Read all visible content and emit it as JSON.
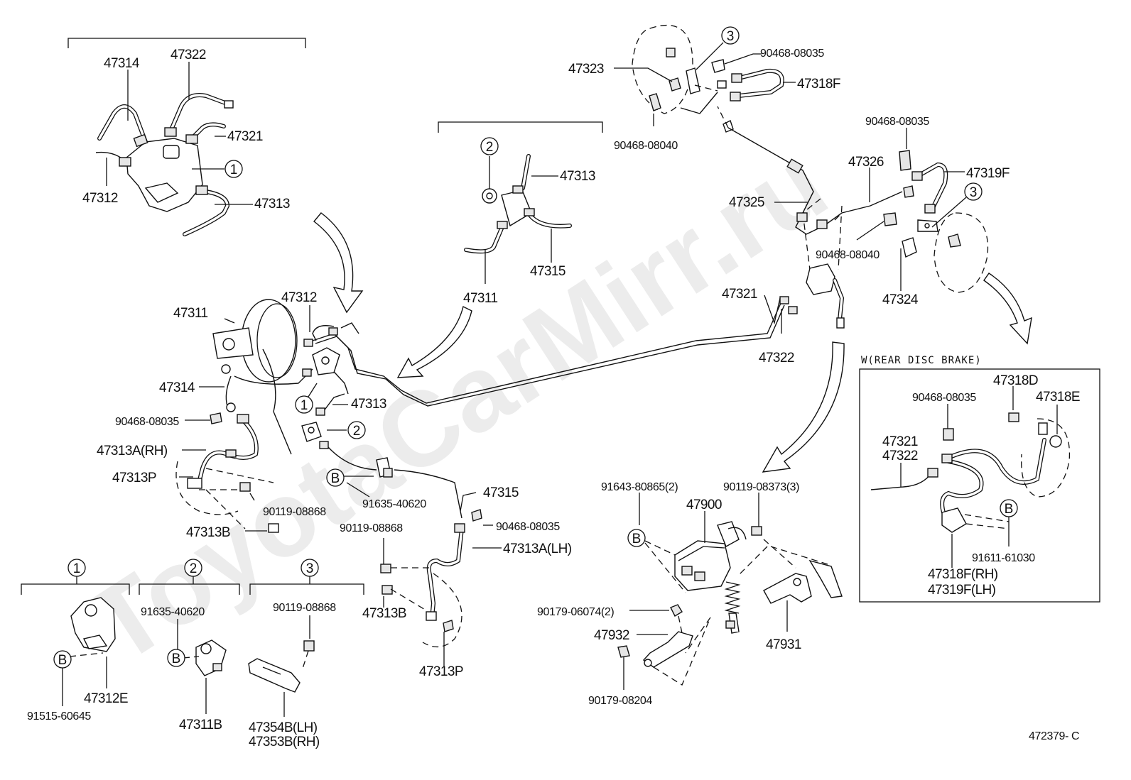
{
  "watermark": "ToyotaCarMirr.ru",
  "diagram_id": "472379- C",
  "inset_title": "W(REAR DISC BRAKE)",
  "callouts": {
    "c1": "1",
    "c2": "2",
    "c3": "3",
    "cb": "B"
  },
  "labels": {
    "topleft": {
      "p47314": "47314",
      "p47322": "47322",
      "p47321": "47321",
      "p47312": "47312",
      "p47313": "47313"
    },
    "topmid": {
      "p47313": "47313",
      "p47315": "47315",
      "p47311": "47311"
    },
    "main": {
      "p47311": "47311",
      "p47312": "47312",
      "p47314": "47314",
      "p47313": "47313",
      "p90468_08035": "90468-08035",
      "p47313A_RH": "47313A(RH)",
      "p47313P": "47313P",
      "p90119_08868": "90119-08868",
      "p47313B": "47313B",
      "p91635_40620": "91635-40620",
      "p47315": "47315",
      "p90468_08035b": "90468-08035",
      "p90119_08868b": "90119-08868",
      "p47313A_LH": "47313A(LH)",
      "p47313B2": "47313B",
      "p47313P2": "47313P"
    },
    "detail1": {
      "p91515_60645": "91515-60645",
      "p47312E": "47312E"
    },
    "detail2": {
      "p91635_40620": "91635-40620",
      "p47311B": "47311B"
    },
    "detail3": {
      "p90119_08868": "90119-08868",
      "p47354B_LH": "47354B(LH)",
      "p47353B_RH": "47353B(RH)"
    },
    "topright": {
      "p47323": "47323",
      "p90468_08035": "90468-08035",
      "p47318F": "47318F",
      "p90468_08040": "90468-08040",
      "p90468_08035b": "90468-08035",
      "p47326": "47326",
      "p47319F": "47319F",
      "p47325": "47325",
      "p90468_08040b": "90468-08040",
      "p47324": "47324",
      "p47321": "47321",
      "p47322": "47322"
    },
    "valve": {
      "p91643_80865": "91643-80865(2)",
      "p90119_08373": "90119-08373(3)",
      "p47900": "47900",
      "p90179_06074": "90179-06074(2)",
      "p47932": "47932",
      "p47931": "47931",
      "p90179_08204": "90179-08204"
    },
    "inset": {
      "p90468_08035": "90468-08035",
      "p47318D": "47318D",
      "p47318E": "47318E",
      "p47321": "47321",
      "p47322": "47322",
      "p91611_61030": "91611-61030",
      "p47318F_RH": "47318F(RH)",
      "p47319F_LH": "47319F(LH)"
    }
  }
}
